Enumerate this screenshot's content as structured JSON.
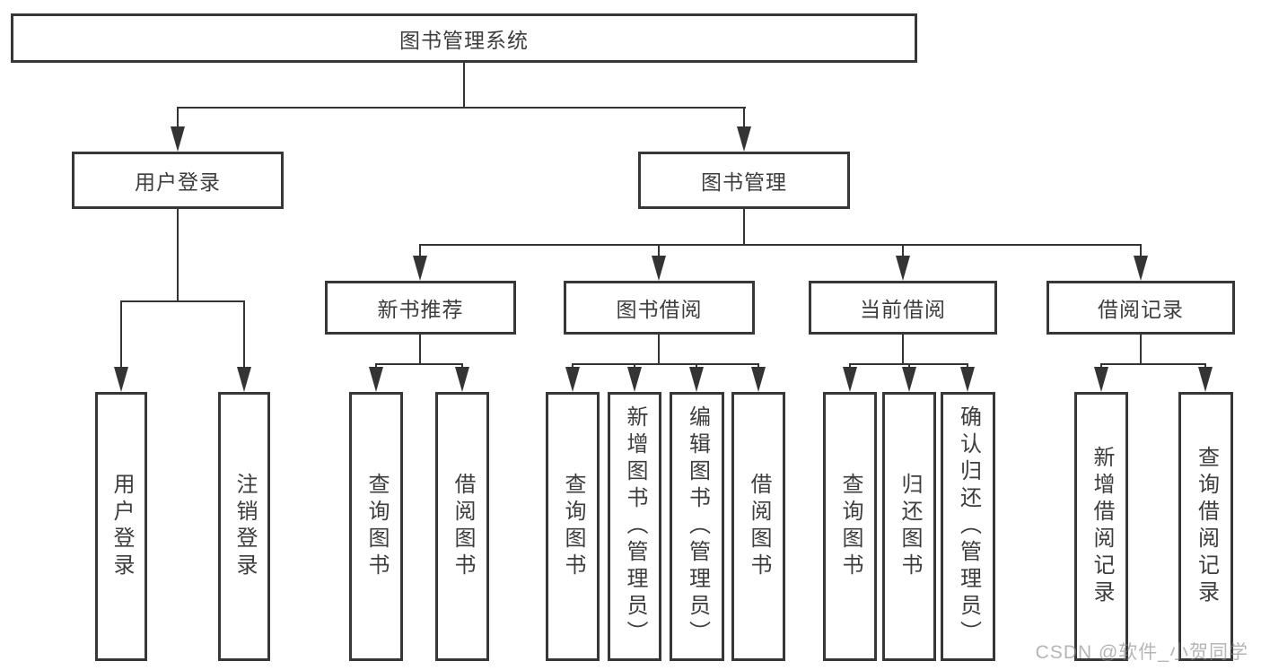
{
  "diagram": {
    "root": {
      "label": "图书管理系统"
    },
    "level2": {
      "user_login": {
        "label": "用户登录"
      },
      "book_management": {
        "label": "图书管理"
      }
    },
    "level3": {
      "new_book_recommend": {
        "label": "新书推荐"
      },
      "book_borrowing": {
        "label": "图书借阅"
      },
      "current_borrowing": {
        "label": "当前借阅"
      },
      "borrowing_records": {
        "label": "借阅记录"
      }
    },
    "leaves": {
      "user": [
        "用户登录",
        "注销登录"
      ],
      "new_books": [
        "查询图书",
        "借阅图书"
      ],
      "borrowing": [
        "查询图书",
        "新增图书（管理员）",
        "编辑图书（管理员）",
        "借阅图书"
      ],
      "current": [
        "查询图书",
        "归还图书",
        "确认归还（管理员）"
      ],
      "records": [
        "新增借阅记录",
        "查询借阅记录"
      ]
    }
  },
  "watermark": {
    "text": "CSDN @软件_小贺同学"
  },
  "colors": {
    "line": "#343434",
    "box_border": "#373737",
    "box_fill": "#ffffff",
    "text": "#3d3d3d",
    "watermark": "#9a9a9a",
    "background": "#ffffff"
  }
}
